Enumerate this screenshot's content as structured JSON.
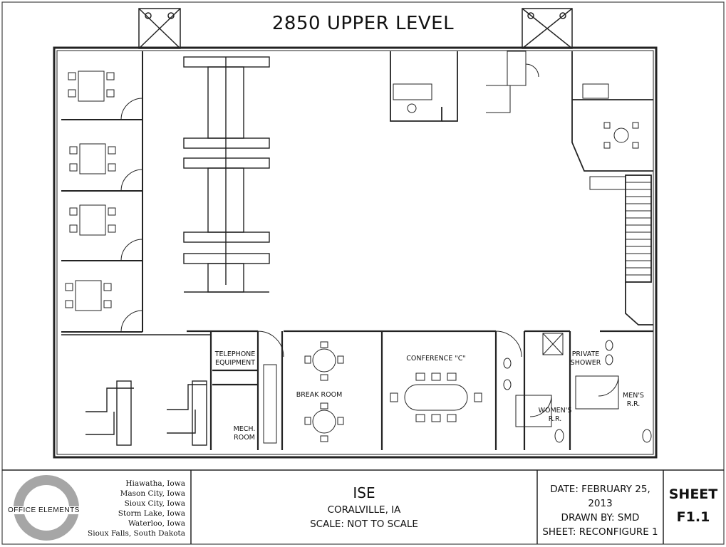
{
  "plan": {
    "title": "2850 UPPER LEVEL",
    "rooms": {
      "telephone": [
        "TELEPHONE",
        "EQUIPMENT"
      ],
      "mech": [
        "MECH.",
        "ROOM"
      ],
      "break_room": "BREAK ROOM",
      "conference": "CONFERENCE \"C\"",
      "womens": [
        "WOMEN'S",
        "R.R."
      ],
      "mens": [
        "MEN'S",
        "R.R."
      ],
      "shower": [
        "PRIVATE",
        "SHOWER"
      ]
    }
  },
  "title_block": {
    "company": "OFFICE ELEMENTS",
    "cities": [
      "Hiawatha, Iowa",
      "Mason City, Iowa",
      "Sioux City, Iowa",
      "Storm Lake, Iowa",
      "Waterloo, Iowa",
      "Sioux Falls, South Dakota"
    ],
    "project": "ISE",
    "location": "CORALVILLE, IA",
    "scale": "SCALE: NOT TO SCALE",
    "date": "DATE: FEBRUARY 25, 2013",
    "drawn_by": "DRAWN BY: SMD",
    "sheet_name": "SHEET: RECONFIGURE 1",
    "sheet_label": "SHEET",
    "sheet_number": "F1.1"
  }
}
